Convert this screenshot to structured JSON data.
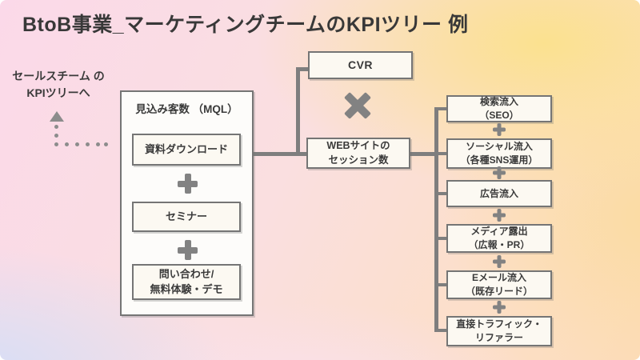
{
  "title": "BtoB事業_マーケティングチームのKPIツリー 例",
  "sales_link": {
    "line1": "セールスチーム",
    "line2": "のKPIツリーへ"
  },
  "mql_box": {
    "title_line1": "見込み客数",
    "title_line2": "（MQL）",
    "items": [
      {
        "line1": "資料ダウンロード",
        "line2": ""
      },
      {
        "line1": "セミナー",
        "line2": ""
      },
      {
        "line1": "問い合わせ/",
        "line2": "無料体験・デモ"
      }
    ]
  },
  "cvr_box": {
    "label": "CVR"
  },
  "operator": {
    "symbol": "×",
    "meaning": "multiplication of CVR and sessions"
  },
  "web_box": {
    "line1": "WEBサイトの",
    "line2": "セッション数"
  },
  "channels": [
    {
      "line1": "検索流入",
      "line2": "（SEO）"
    },
    {
      "line1": "ソーシャル流入",
      "line2": "（各種SNS運用）"
    },
    {
      "line1": "広告流入",
      "line2": ""
    },
    {
      "line1": "メディア露出",
      "line2": "（広報・PR）"
    },
    {
      "line1": "Eメール流入",
      "line2": "（既存リード）"
    },
    {
      "line1": "直接トラフィック・",
      "line2": "リファラー"
    }
  ],
  "colors": {
    "text": "#3a3a3a",
    "connector_gray": "#7e7e7e",
    "box_border": "#757575",
    "box_fill": "#fcf9f2",
    "bg_pink": "#fbd9e9",
    "bg_yellow": "#fbe18f",
    "bg_lavender": "#d5dff7",
    "bg_peach": "#fcdcb9"
  }
}
